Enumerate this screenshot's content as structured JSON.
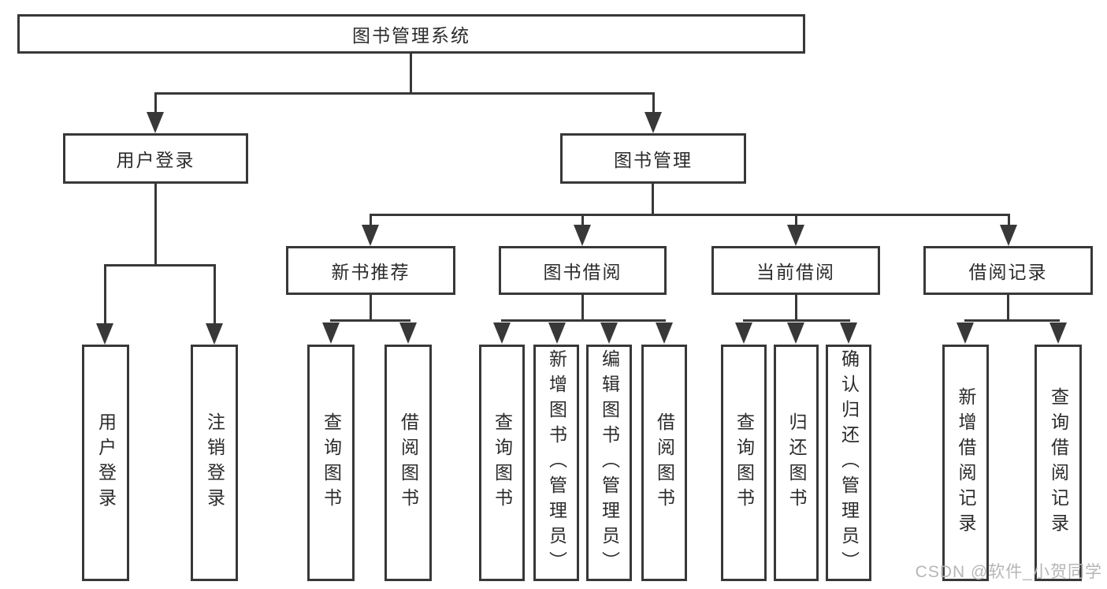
{
  "tree": {
    "root": {
      "label": "图书管理系统"
    },
    "branches": [
      {
        "label": "用户登录",
        "children": [
          "用户登录",
          "注销登录"
        ]
      },
      {
        "label": "图书管理",
        "sections": [
          {
            "label": "新书推荐",
            "children": [
              "查询图书",
              "借阅图书"
            ]
          },
          {
            "label": "图书借阅",
            "children": [
              "查询图书",
              "新增图书（管理员）",
              "编辑图书（管理员）",
              "借阅图书"
            ]
          },
          {
            "label": "当前借阅",
            "children": [
              "查询图书",
              "归还图书",
              "确认归还（管理员）"
            ]
          },
          {
            "label": "借阅记录",
            "children": [
              "新增借阅记录",
              "查询借阅记录"
            ]
          }
        ]
      }
    ]
  },
  "watermark": "CSDN @软件_小贺同学",
  "colors": {
    "line": "#383838",
    "text": "#2b2b2b",
    "watermark": "#b6b6b6",
    "background": "#ffffff"
  }
}
